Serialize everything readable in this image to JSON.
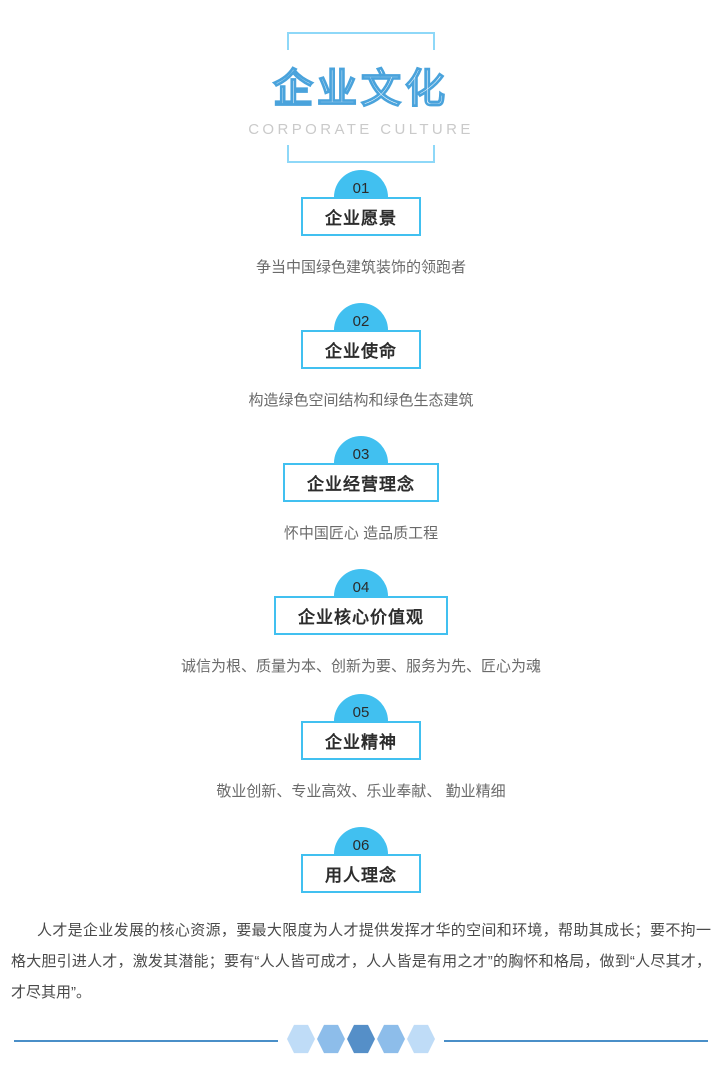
{
  "header": {
    "title_cn": "企业文化",
    "title_en": "CORPORATE CULTURE",
    "frame_color": "#8ed8f8",
    "title_stroke_color": "#4aa3dc",
    "title_en_color": "#cacaca"
  },
  "theme": {
    "badge_color": "#41c0f0",
    "box_border_color": "#41c0f0",
    "title_text_color": "#2d2d2d",
    "desc_text_color": "#6a6a6a",
    "footer_line_color": "#4a8fc8"
  },
  "items": [
    {
      "number": "01",
      "title": "企业愿景",
      "desc": "争当中国绿色建筑装饰的领跑者"
    },
    {
      "number": "02",
      "title": "企业使命",
      "desc": "构造绿色空间结构和绿色生态建筑"
    },
    {
      "number": "03",
      "title": "企业经营理念",
      "desc": "怀中国匠心 造品质工程"
    },
    {
      "number": "04",
      "title": "企业核心价值观",
      "desc": "诚信为根、质量为本、创新为要、服务为先、匠心为魂"
    },
    {
      "number": "05",
      "title": "企业精神",
      "desc": "敬业创新、专业高效、乐业奉献、 勤业精细"
    },
    {
      "number": "06",
      "title": "用人理念",
      "desc": "人才是企业发展的核心资源，要最大限度为人才提供发挥才华的空间和环境，帮助其成长；要不拘一格大胆引进人才，激发其潜能；要有“人人皆可成才，人人皆是有用之才”的胸怀和格局，做到“人尽其才，才尽其用”。"
    }
  ],
  "footer": {
    "hex_colors": [
      "#bfdcf7",
      "#8dbdea",
      "#558fc8",
      "#8dbdea",
      "#bfdcf7"
    ]
  }
}
